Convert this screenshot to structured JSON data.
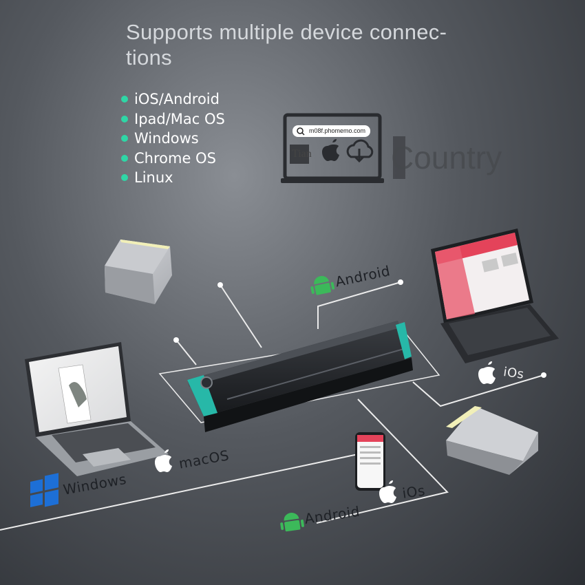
{
  "headline": "Supports multiple device connec-tions",
  "features": [
    "iOS/Android",
    "Ipad/Mac OS",
    "Windows",
    "Chrome OS",
    "Linux"
  ],
  "web_printing": {
    "url": "m08f.phomemo.com",
    "watermark_left": "Tian",
    "watermark_right": "Country"
  },
  "platform_labels": {
    "android_top": "Android",
    "ios_tablet": "iOs",
    "macos": "macOS",
    "windows": "Windows",
    "android_bottom": "Android",
    "ios_phone": "iOs"
  },
  "colors": {
    "accent": "#2fd6a6",
    "printer_accent": "#27b8a8",
    "label_text": "#1e2126",
    "headline_text": "#d5d8dc"
  },
  "icons": [
    "android-icon",
    "apple-icon",
    "windows-icon",
    "search-icon",
    "cloud-download-icon"
  ]
}
